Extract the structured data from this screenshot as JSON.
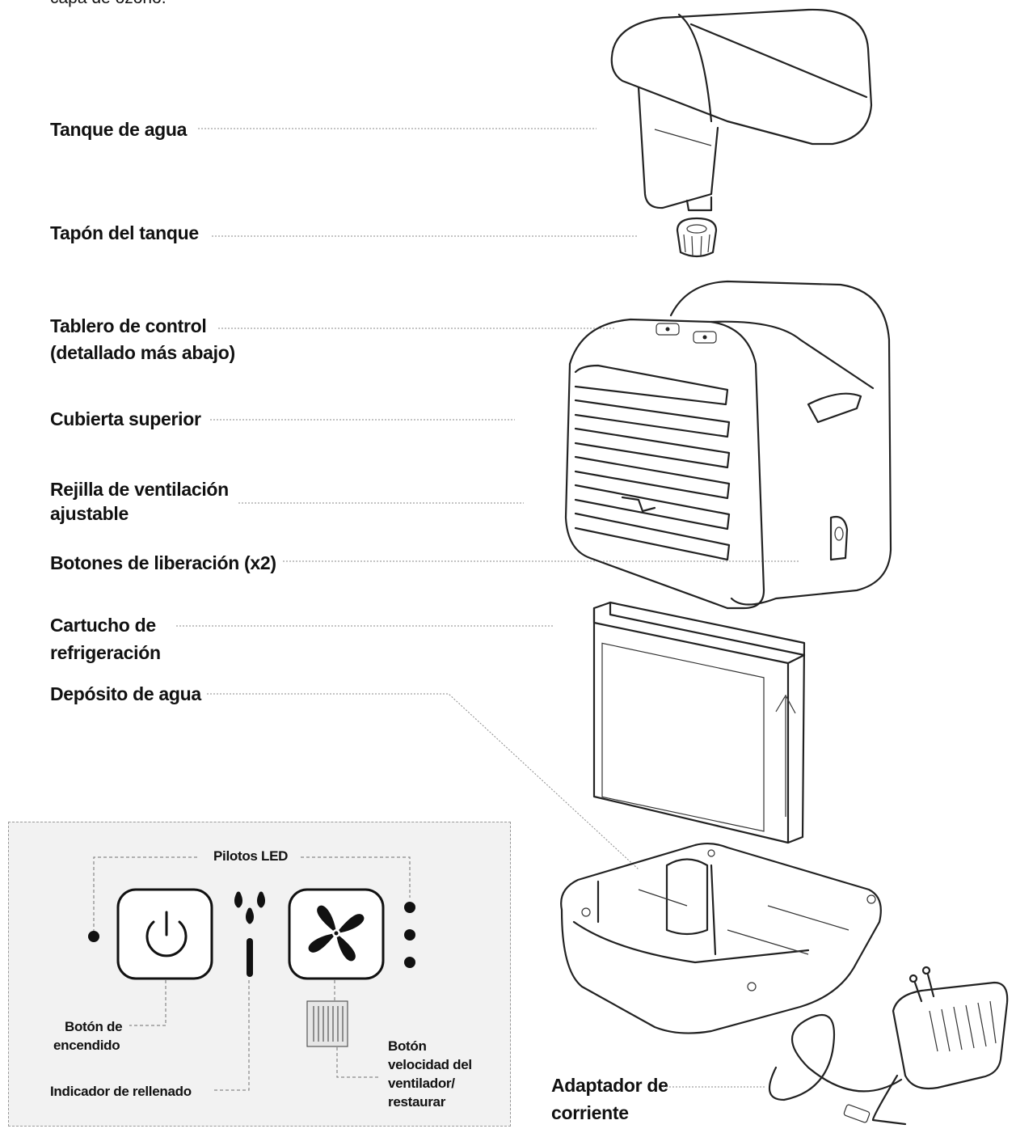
{
  "intro_fragment": "capa de ozono.",
  "labels": {
    "water_tank": "Tanque de agua",
    "tank_cap": "Tapón del tanque",
    "control_board_1": "Tablero de control",
    "control_board_2": "(detallado más abajo)",
    "top_cover": "Cubierta superior",
    "vent_1": "Rejilla de ventilación",
    "vent_2": "ajustable",
    "release_buttons": "Botones de liberación (x2)",
    "cartridge_1": "Cartucho de",
    "cartridge_2": "refrigeración",
    "reservoir": "Depósito de agua",
    "adapter_1": "Adaptador de",
    "adapter_2": "corriente"
  },
  "panel": {
    "led_title": "Pilotos LED",
    "power_1": "Botón de",
    "power_2": "encendido",
    "refill": "Indicador de rellenado",
    "fan_1": "Botón",
    "fan_2": "velocidad del",
    "fan_3": "ventilador/",
    "fan_4": "restaurar"
  },
  "icons": [
    "power-icon",
    "fan-icon",
    "water-drops-icon",
    "filter-icon"
  ]
}
